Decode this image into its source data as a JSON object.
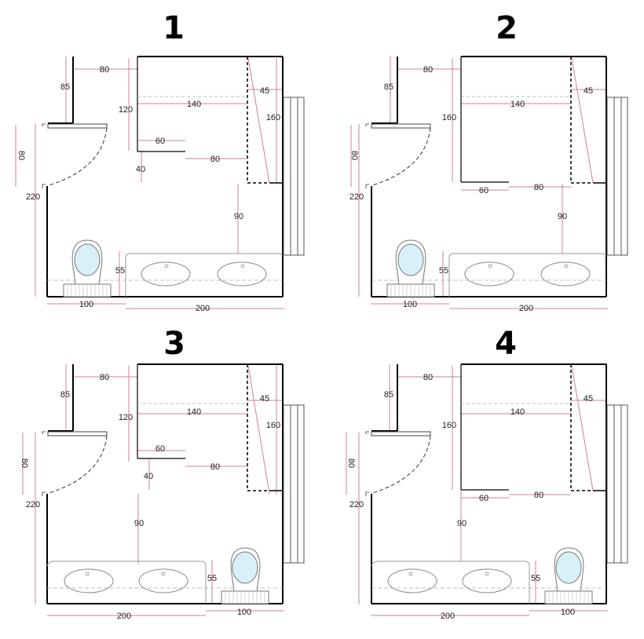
{
  "diagram": {
    "type": "bathroom-floor-plan-variants",
    "colors": {
      "wall": "#000000",
      "dimension_line": "#d08090",
      "fixture_outline": "#8a8a8a",
      "dashed": "#999999",
      "toilet_seat_fill": "#d8f0f8",
      "label": "#222222"
    },
    "plans": [
      {
        "title": "1",
        "layout": "toilet-left",
        "variant": "short-cabinet",
        "labels": {
          "top_wall": "80",
          "left_upper": "85",
          "cabinet_height": "120",
          "cabinet_width": "140",
          "shower_width": "45",
          "shower_height": "160",
          "door_width": "80",
          "left_total": "220",
          "cabinet_depth": "60",
          "gap_below": "40",
          "passage": "80",
          "clearance": "90",
          "vanity_depth": "55",
          "toilet_zone": "100",
          "vanity_width": "200"
        }
      },
      {
        "title": "2",
        "layout": "toilet-left",
        "variant": "tall-cabinet",
        "labels": {
          "top_wall": "80",
          "left_upper": "85",
          "cabinet_height": "160",
          "cabinet_width": "140",
          "shower_width": "45",
          "door_width": "80",
          "left_total": "220",
          "cabinet_depth": "60",
          "passage": "80",
          "clearance": "90",
          "vanity_depth": "55",
          "toilet_zone": "100",
          "vanity_width": "200"
        }
      },
      {
        "title": "3",
        "layout": "toilet-right",
        "variant": "short-cabinet",
        "labels": {
          "top_wall": "80",
          "left_upper": "85",
          "cabinet_height": "120",
          "cabinet_width": "140",
          "shower_width": "45",
          "shower_height": "160",
          "door_width": "80",
          "left_total": "220",
          "cabinet_depth": "60",
          "gap_below": "40",
          "passage": "80",
          "clearance": "90",
          "vanity_depth": "55",
          "toilet_zone": "100",
          "vanity_width": "200"
        }
      },
      {
        "title": "4",
        "layout": "toilet-right",
        "variant": "tall-cabinet",
        "labels": {
          "top_wall": "80",
          "left_upper": "85",
          "cabinet_height": "160",
          "cabinet_width": "140",
          "shower_width": "45",
          "door_width": "80",
          "left_total": "220",
          "cabinet_depth": "60",
          "passage": "80",
          "clearance": "90",
          "vanity_depth": "55",
          "toilet_zone": "100",
          "vanity_width": "200"
        }
      }
    ]
  }
}
